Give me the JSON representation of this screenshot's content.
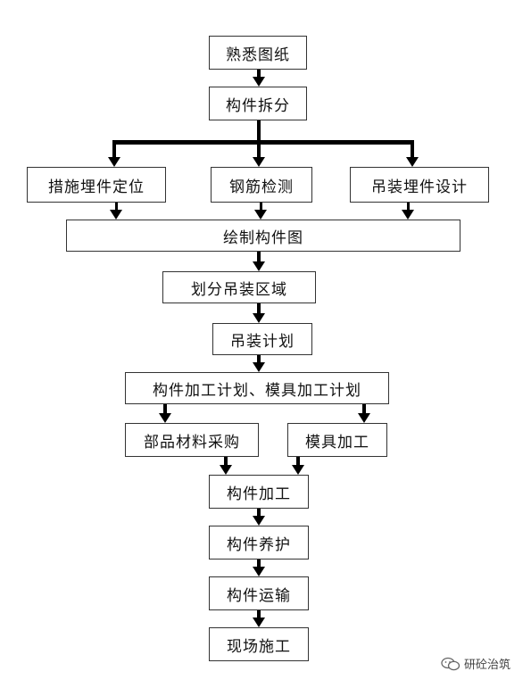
{
  "steps": {
    "s1": "熟悉图纸",
    "s2": "构件拆分",
    "s3a": "措施埋件定位",
    "s3b": "钢筋检测",
    "s3c": "吊装埋件设计",
    "s4": "绘制构件图",
    "s5": "划分吊装区域",
    "s6": "吊装计划",
    "s7": "构件加工计划、模具加工计划",
    "s8a": "部品材料采购",
    "s8b": "模具加工",
    "s9": "构件加工",
    "s10": "构件养护",
    "s11": "构件运输",
    "s12": "现场施工"
  },
  "watermark": {
    "text": "研砼治筑",
    "icon": "wechat-icon"
  }
}
